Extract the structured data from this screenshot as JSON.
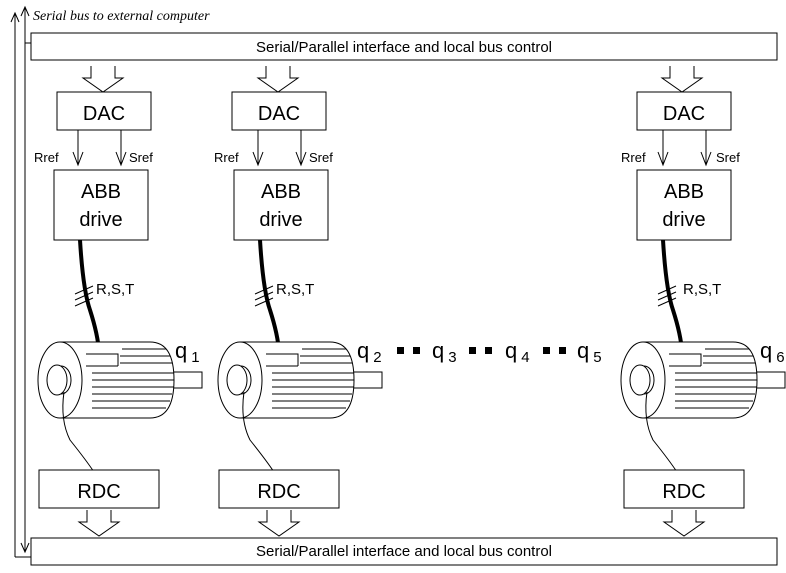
{
  "header_caption": "Serial bus to external computer",
  "top_bus_label": "Serial/Parallel interface and local bus control",
  "bottom_bus_label": "Serial/Parallel interface and local bus control",
  "channels": [
    {
      "dac": "DAC",
      "rref": "Rref",
      "sref": "Sref",
      "drive_line1": "ABB",
      "drive_line2": "drive",
      "cable": "R,S,T",
      "rdc": "RDC",
      "joint": "q",
      "joint_sub": "1"
    },
    {
      "dac": "DAC",
      "rref": "Rref",
      "sref": "Sref",
      "drive_line1": "ABB",
      "drive_line2": "drive",
      "cable": "R,S,T",
      "rdc": "RDC",
      "joint": "q",
      "joint_sub": "2"
    },
    {
      "dac": "DAC",
      "rref": "Rref",
      "sref": "Sref",
      "drive_line1": "ABB",
      "drive_line2": "drive",
      "cable": "R,S,T",
      "rdc": "RDC",
      "joint": "q",
      "joint_sub": "6"
    }
  ],
  "intermediate_joints": [
    {
      "joint": "q",
      "sub": "3"
    },
    {
      "joint": "q",
      "sub": "4"
    },
    {
      "joint": "q",
      "sub": "5"
    }
  ]
}
